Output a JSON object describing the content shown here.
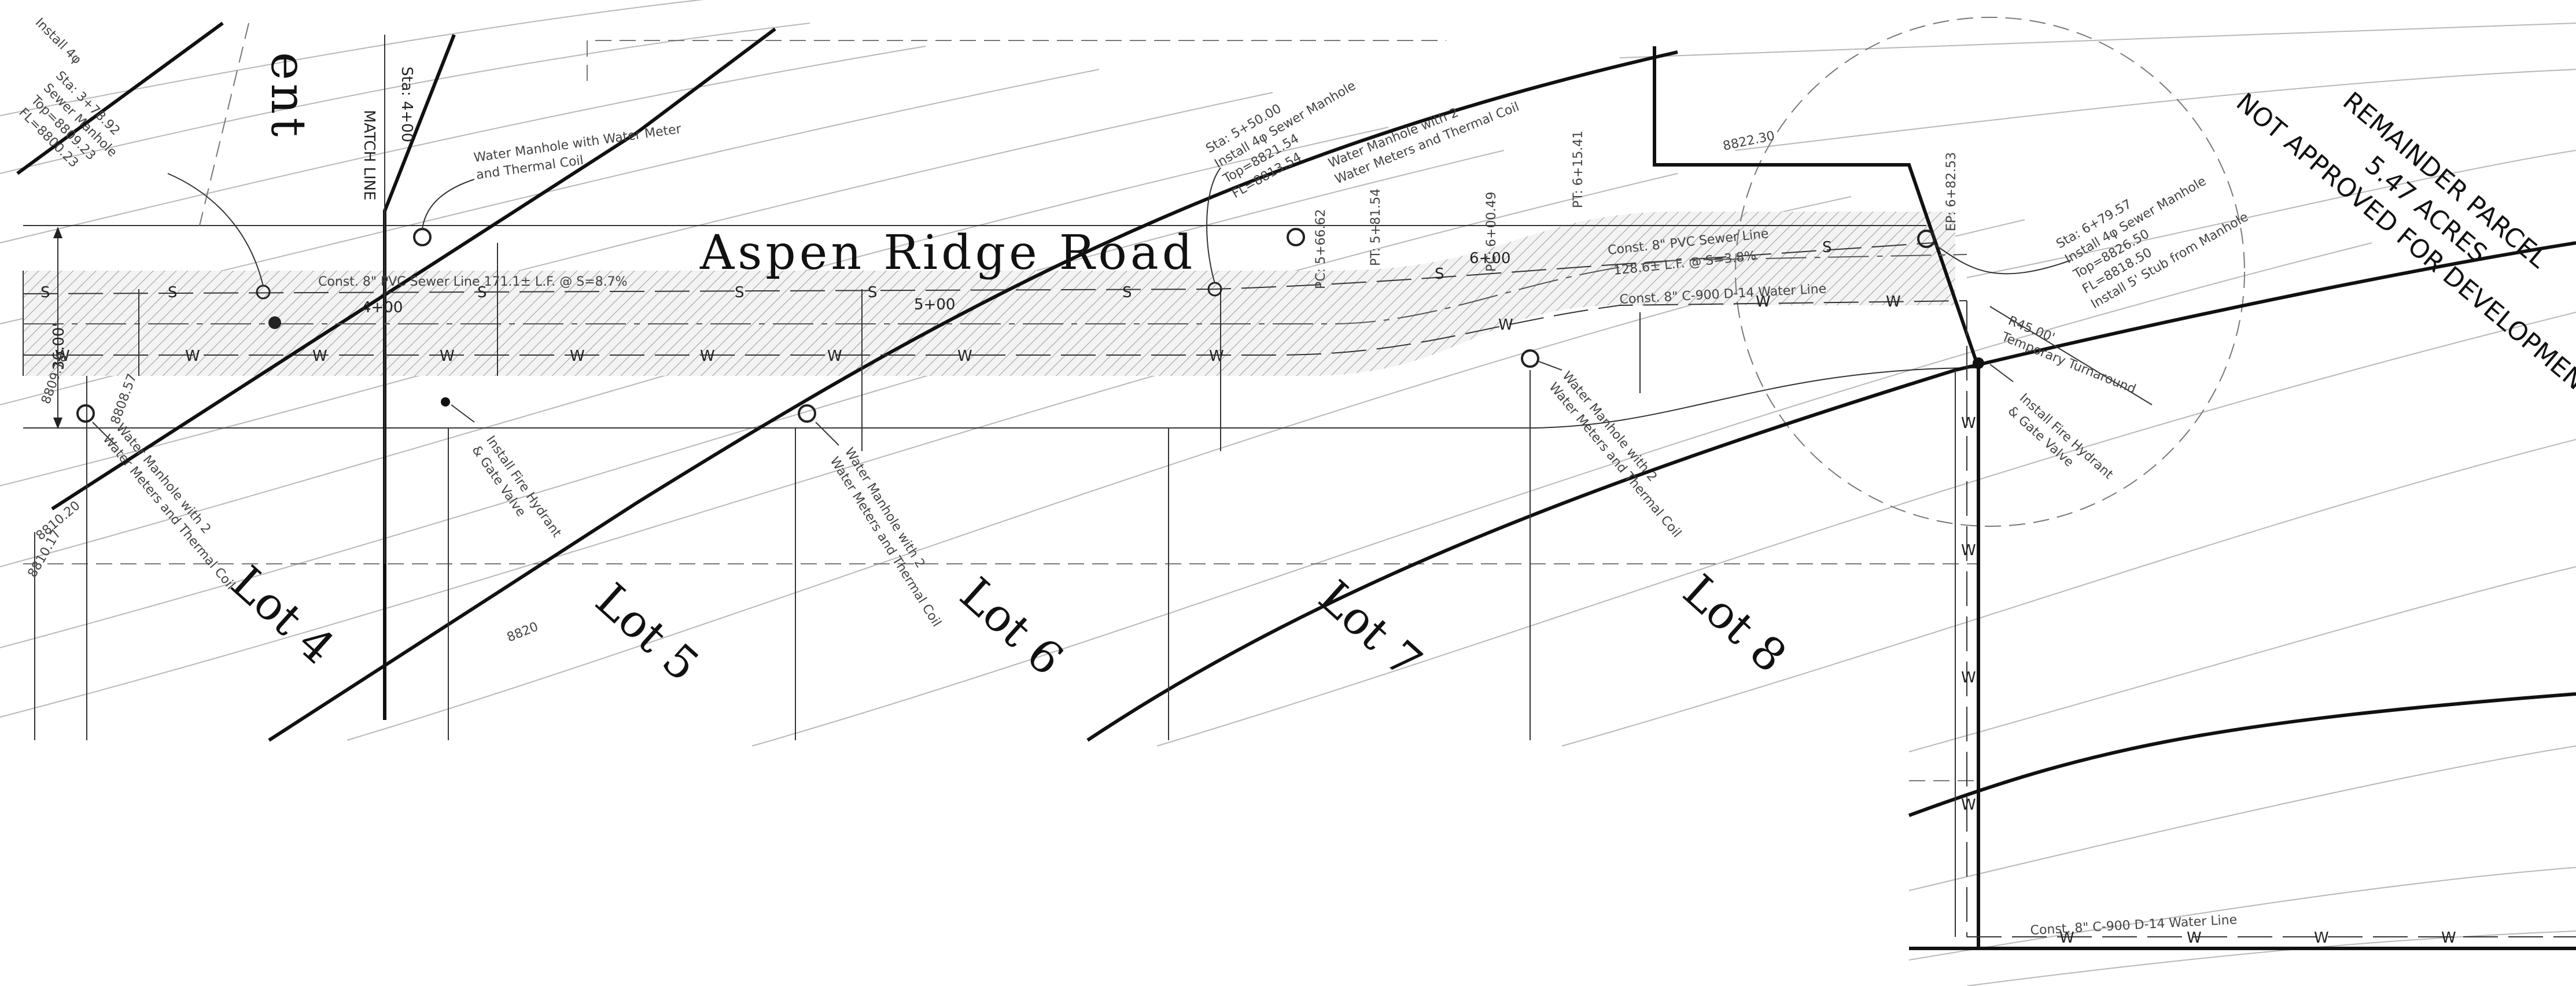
{
  "road": {
    "name": "Aspen Ridge Road",
    "width_dim": "36.00'"
  },
  "title_fragment": "ent",
  "match_line": {
    "label": "MATCH LINE",
    "station": "Sta: 4+00"
  },
  "stations": [
    "4+00",
    "5+00",
    "6+00"
  ],
  "sewer_main": {
    "label": "Const. 8\" PVC Sewer Line 171.1± L.F. @ S=8.7%"
  },
  "sewer_main_2": {
    "line1": "Const. 8\" PVC Sewer Line",
    "line2": "128.6± L.F. @ S=3.8%"
  },
  "water_main": {
    "label": "Const. 8\" C-900 D-14 Water Line"
  },
  "water_main_bottom": {
    "label": "Const. 8\" C-900 D-14 Water Line"
  },
  "sewer_mh_1": {
    "line0": "Install 4φ",
    "line1": "Sta: 3+78.92",
    "line2": "Sewer Manhole",
    "line3": "Top=8809.23",
    "line4": "FL=8800.23"
  },
  "sewer_mh_2": {
    "line1": "Sta: 5+50.00",
    "line2": "Install 4φ Sewer Manhole",
    "line3": "Top=8821.54",
    "line4": "FL=8813.54"
  },
  "sewer_mh_3": {
    "line1": "Sta: 6+79.57",
    "line2": "Install 4φ Sewer Manhole",
    "line3": "Top=8826.50",
    "line4": "FL=8818.50",
    "line5": "Install 5' Stub from Manhole"
  },
  "water_mh_meter": {
    "line1": "Water Manhole with Water Meter",
    "line2": "and Thermal Coil"
  },
  "water_mh_two": {
    "line1": "Water Manhole with 2",
    "line2": "Water Meters and Thermal Coil"
  },
  "hydrant": {
    "line1": "Install Fire Hydrant",
    "line2": "& Gate Valve"
  },
  "curve_points": {
    "pc1": "PC: 5+66.62",
    "pt1": "PT: 5+81.54",
    "pc2": "PC: 6+00.49",
    "pt2": "PT: 6+15.41",
    "ep": "EP: 6+82.53"
  },
  "turnaround": {
    "line1": "R45.00'",
    "line2": "Temporary Turnaround"
  },
  "remainder": {
    "line1": "REMAINDER PARCEL",
    "line2": "5.47 ACRES",
    "line3": "NOT APPROVED FOR DEVELOPMENT"
  },
  "lots": [
    "Lot 4",
    "Lot 5",
    "Lot 6",
    "Lot 7",
    "Lot 8"
  ],
  "contours": {
    "c8820": "8820",
    "c8822": "8822.30",
    "c8809": "8809.18",
    "c8808": "8808.57",
    "c8810": "8810.20",
    "c8810b": "8810.17"
  },
  "utility_symbols": {
    "sewer": "S",
    "water": "W"
  }
}
